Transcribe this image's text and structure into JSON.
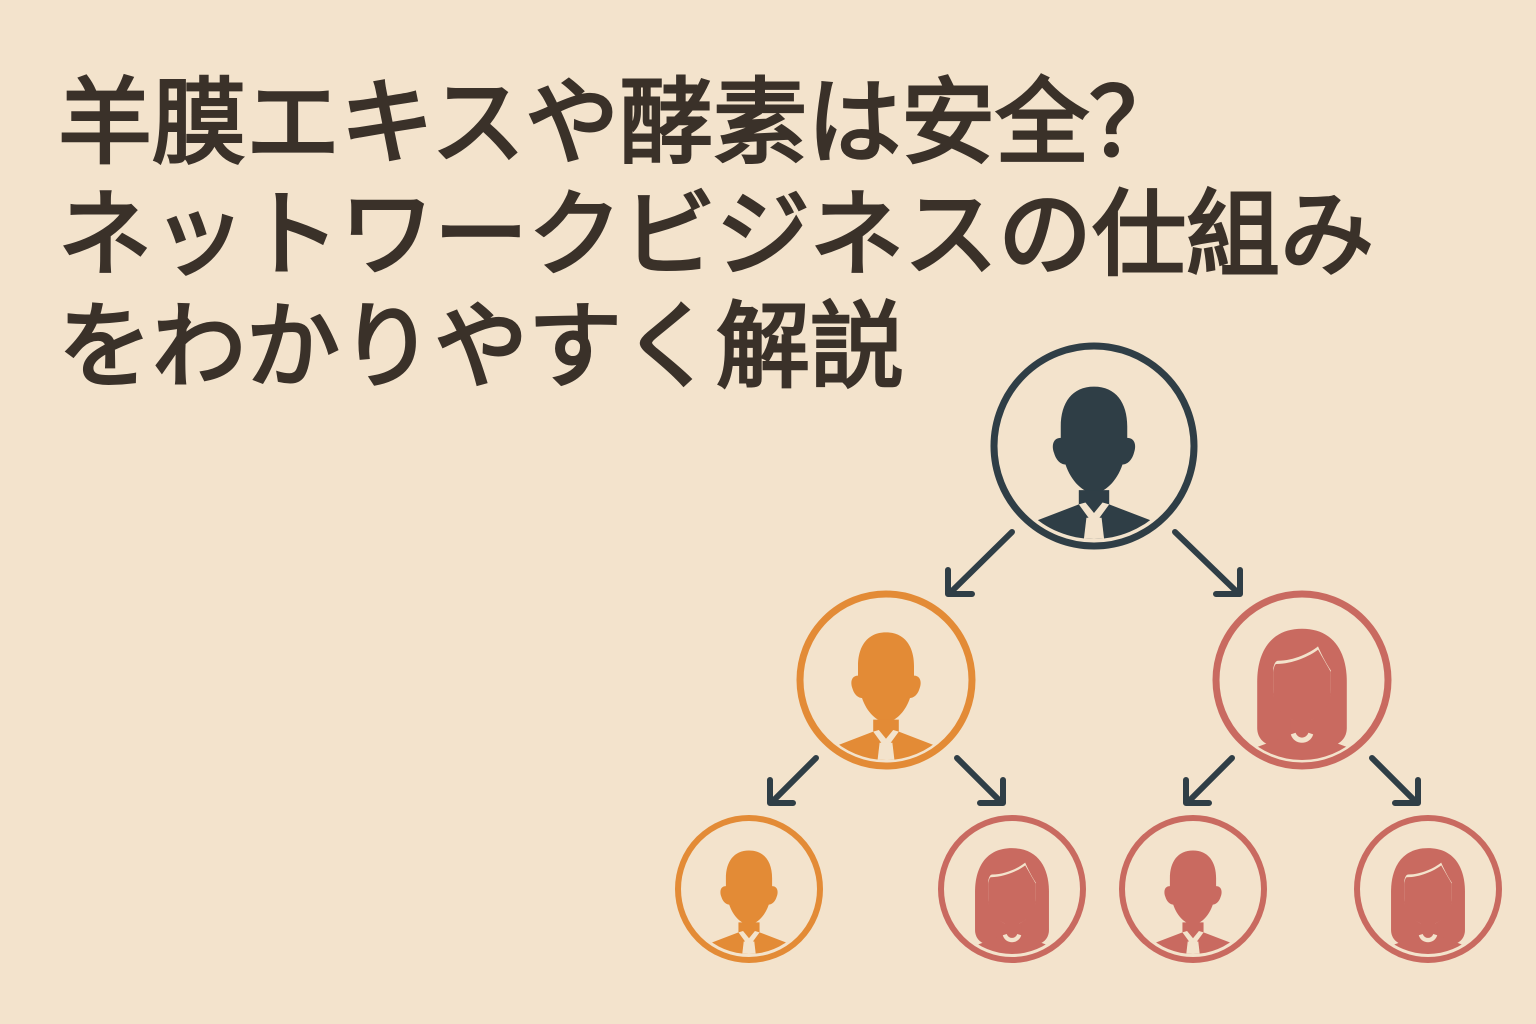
{
  "title": {
    "line1": "羊膜エキスや酵素は安全？",
    "line2": "ネットワークビジネスの仕組み",
    "line3": "をわかりやすく解説"
  },
  "colors": {
    "background": "#f3e3cc",
    "title_text": "#3a3129",
    "top_node": "#2f3e46",
    "orange_node": "#e38b36",
    "pink_node": "#c96a60",
    "arrow": "#2f3e46"
  },
  "diagram": {
    "nodes": [
      {
        "id": "top-man",
        "figure": "man",
        "color": "top_node"
      },
      {
        "id": "mid-left-man",
        "figure": "man",
        "color": "orange_node"
      },
      {
        "id": "mid-right-woman",
        "figure": "woman",
        "color": "pink_node"
      },
      {
        "id": "bottom-1-man",
        "figure": "man",
        "color": "orange_node"
      },
      {
        "id": "bottom-2-woman",
        "figure": "woman",
        "color": "pink_node"
      },
      {
        "id": "bottom-3-man",
        "figure": "man",
        "color": "pink_node"
      },
      {
        "id": "bottom-4-woman",
        "figure": "woman",
        "color": "pink_node"
      }
    ],
    "edges": [
      {
        "from": "top-man",
        "to": "mid-left-man"
      },
      {
        "from": "top-man",
        "to": "mid-right-woman"
      },
      {
        "from": "mid-left-man",
        "to": "bottom-1-man"
      },
      {
        "from": "mid-left-man",
        "to": "bottom-2-woman"
      },
      {
        "from": "mid-right-woman",
        "to": "bottom-3-man"
      },
      {
        "from": "mid-right-woman",
        "to": "bottom-4-woman"
      }
    ]
  }
}
